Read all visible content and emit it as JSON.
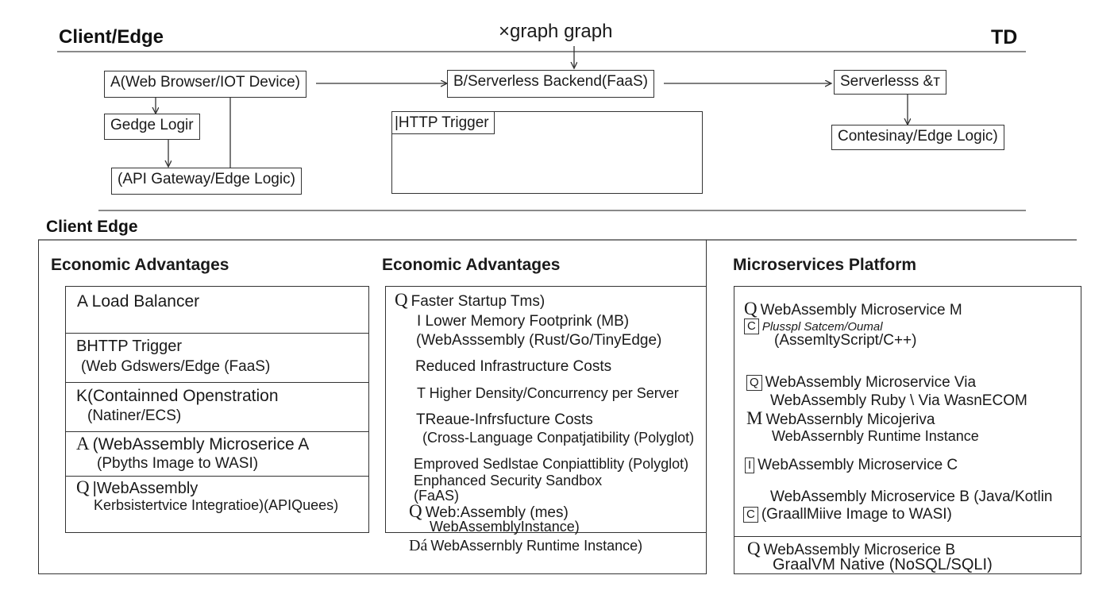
{
  "header": {
    "left": "Client/Edge",
    "center": "×graph graph",
    "right": "TD"
  },
  "flow": {
    "web_browser": "A(Web Browser/IOT Device)",
    "edge_logic_1": "Gedge Logir",
    "api_gateway": "(API Gateway/Edge Logic)",
    "serverless_backend": "B/Serverless Backend(FaaS)",
    "http_trigger": "|HTTP Trigger",
    "serverless_amp": "Serverlesss &т",
    "contesinay": "Contesinay/Edge Logic)"
  },
  "subheader": "Client Edge",
  "columns": {
    "col1": {
      "title": "Economic Advantages",
      "cells": [
        {
          "lines": [
            "A Load Balancer"
          ]
        },
        {
          "lines": [
            "BHTTP Trigger",
            "(Web Gdswers/Edge (FaaS)"
          ]
        },
        {
          "lines": [
            "K(Containned Openstration",
            "(Natiner/ECS)"
          ]
        },
        {
          "lines": [
            "(WebAssembly Microserice A",
            "(Pbyths Image to WASI)"
          ],
          "mark": "A"
        },
        {
          "lines": [
            "|WebAssembly",
            "Kerbsistertvice Integratioe)(APIQuees)"
          ],
          "mark": "Q"
        }
      ]
    },
    "col2": {
      "title": "Economic Advantages",
      "lines": [
        "Faster Startup Tms)",
        "I Lower Memory Footprink  (MB)",
        "(WebAsssembly  (Rust/Go/TinyEdge)",
        "Reduced Infrastructure Costs",
        "T Higher Density/Concurrency per Server",
        "TReaue-Infrsfucture Costs",
        "(Cross-Language Conpatjatibility (Polyglot)",
        "Emproved Sedlstae Conpiattiblity (Polyglot)",
        "Enphanced Security Sandbox",
        "(FaAS)",
        "Web:Assembly (mes)",
        "WebAssemblyInstance)",
        "WebAssernbly Runtime Instance)"
      ],
      "marks": [
        "Q",
        "Q",
        "Dá"
      ]
    },
    "col3": {
      "title": "Microservices Platform",
      "lines": [
        "WebAssembly Microservice M",
        "Plusspl Satcem/Oumal",
        "(AssemltyScript/C++)",
        "WebAssembly Microservice Via",
        "WebAssembly Ruby \\ Via WasnECOM",
        "WebAssernbly Micojeriva",
        "WebAssernbly Runtime Instance",
        "WebAssembly Microservice C",
        "WebAssembly Microservice B (Java/Kotlin",
        "(GraallMiive Image to WASI)",
        "WebAssembly Microserice B",
        "GraalVM Native (NoSQL/SQLI)"
      ],
      "marks": [
        "Q",
        "C",
        "Q",
        "M",
        "I",
        "C",
        "Q"
      ]
    }
  }
}
